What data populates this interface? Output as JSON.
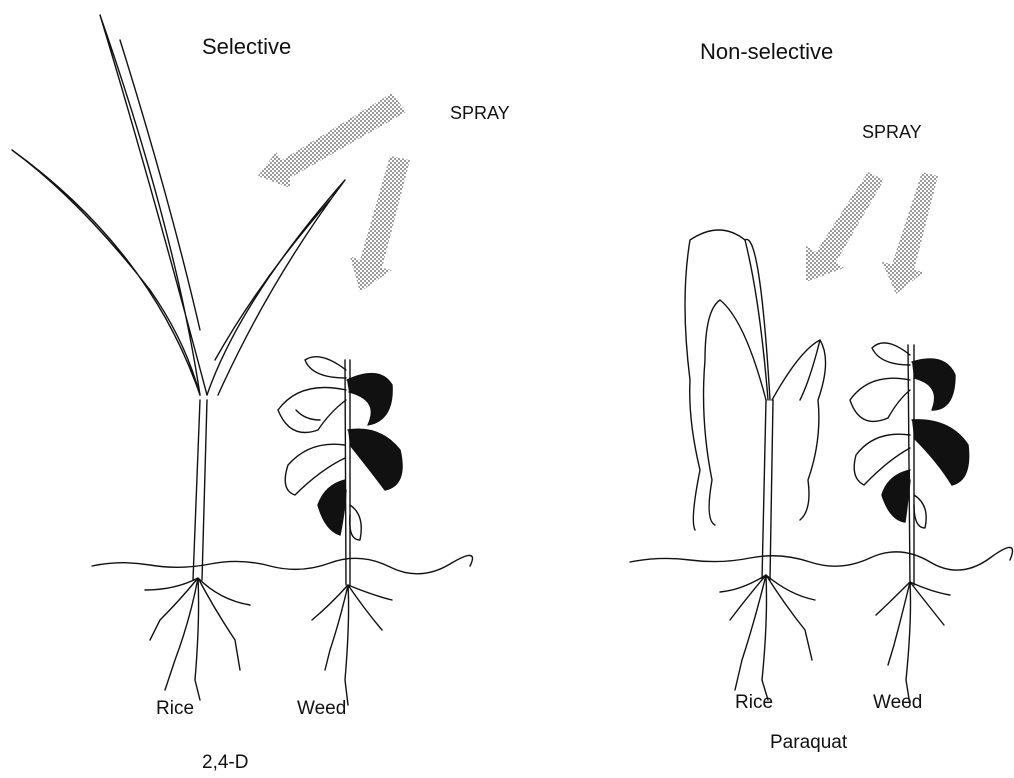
{
  "panels": {
    "left": {
      "title": "Selective",
      "spray_label": "SPRAY",
      "crop_label": "Rice",
      "weed_label": "Weed",
      "herbicide": "2,4-D"
    },
    "right": {
      "title": "Non-selective",
      "spray_label": "SPRAY",
      "crop_label": "Rice",
      "weed_label": "Weed",
      "herbicide": "Paraquat"
    }
  }
}
